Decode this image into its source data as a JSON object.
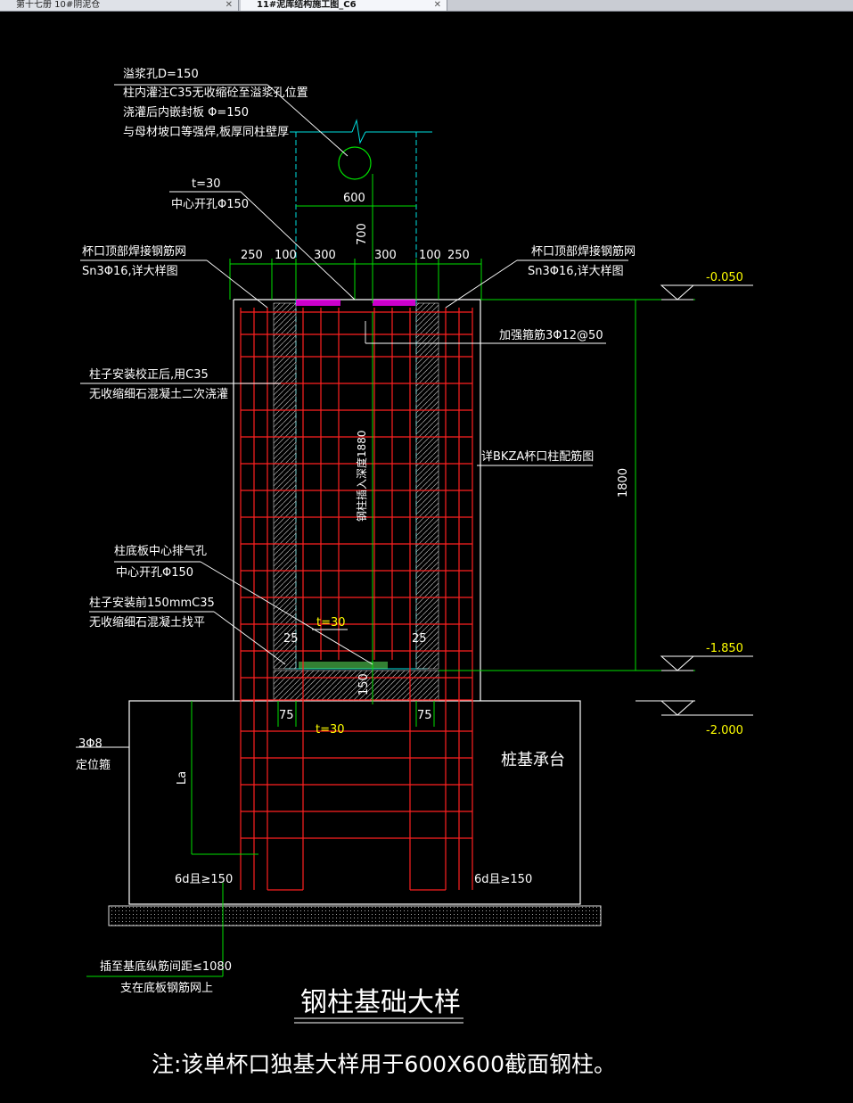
{
  "tabs": [
    {
      "label": "第十七册 10#阴泥仓",
      "active": false
    },
    {
      "label": "11#泥库结构施工图_C6",
      "active": true
    }
  ],
  "drawing": {
    "notes": {
      "grout_hole": [
        "溢浆孔D=150",
        "柱内灌注C35无收缩砼至溢浆孔位置",
        "浇灌后内嵌封板 Φ=150",
        "与母材坡口等强焊,板厚同柱壁厚"
      ],
      "plate_t": "t=30",
      "center_hole": "中心开孔Φ150",
      "left_mesh": [
        "杯口顶部焊接钢筋网",
        "Sn3Φ16,详大样图"
      ],
      "right_mesh": [
        "杯口顶部焊接钢筋网",
        "Sn3Φ16,详大样图"
      ],
      "stirrup": "加强箍筋3Φ12@50",
      "secondary_grout": [
        "柱子安装校正后,用C35",
        "无收缩细石混凝土二次浇灌"
      ],
      "bkza": "详BKZA杯口柱配筋图",
      "embed_depth": "钢柱插入深度1880",
      "vent_hole": [
        "柱底板中心排气孔",
        "中心开孔Φ150"
      ],
      "leveling": [
        "柱子安装前150mmC35",
        "无收缩细石混凝土找平"
      ],
      "base_plate_t": "t=30",
      "bottom_plate_t": "t=30",
      "locating_bar": [
        "3Φ8",
        "定位箍"
      ],
      "cap": "桩基承台",
      "hook_left": "6d且≥150",
      "hook_right": "6d且≥150",
      "insert_note": [
        "插至基底纵筋间距≤1080",
        "支在底板钢筋网上"
      ],
      "la": "La"
    },
    "dims": {
      "d600": "600",
      "d700": "700",
      "d250a": "250",
      "d100a": "100",
      "d300a": "300",
      "d300b": "300",
      "d100b": "100",
      "d250b": "250",
      "d1800": "1800",
      "d25a": "25",
      "d25b": "25",
      "d150": "150",
      "d75a": "75",
      "d75b": "75"
    },
    "levels": {
      "top": "-0.050",
      "mid": "-1.850",
      "bottom": "-2.000"
    },
    "title": "钢柱基础大样",
    "footnote": "注:该单杯口独基大样用于600X600截面钢柱。"
  },
  "colors": {
    "background": "#000000",
    "white": "#ffffff",
    "green": "#00e000",
    "red": "#ff2020",
    "yellow": "#ffff00",
    "cyan": "#00e0e0",
    "magenta": "#ff00ff"
  }
}
